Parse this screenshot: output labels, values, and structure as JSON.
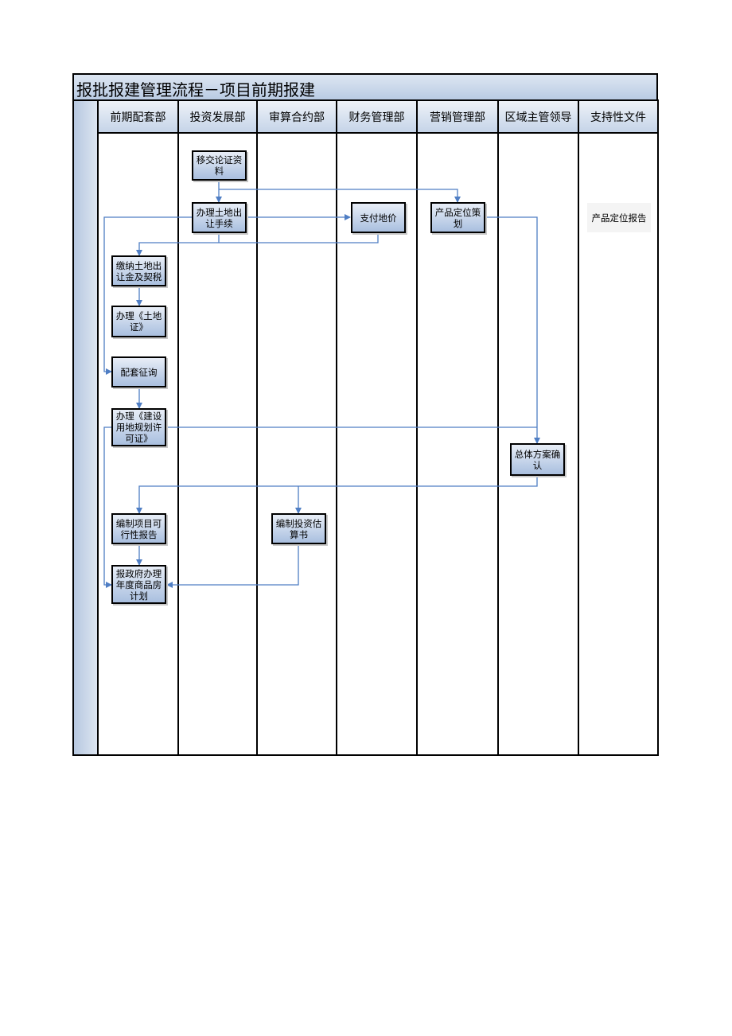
{
  "title": "报批报建管理流程－项目前期报建",
  "lanes": [
    {
      "label": "前期配套部"
    },
    {
      "label": "投资发展部"
    },
    {
      "label": "审算合约部"
    },
    {
      "label": "财务管理部"
    },
    {
      "label": "营销管理部"
    },
    {
      "label": "区域主管领导"
    },
    {
      "label": "支持性文件"
    }
  ],
  "nodes": {
    "transfer": "移交论证资料",
    "land_transfer": "办理土地出让手续",
    "pay_land": "支付地价",
    "positioning": "产品定位策划",
    "land_fee": "缴纳土地出让金及契税",
    "land_cert": "办理《土地证》",
    "consult": "配套征询",
    "planning_permit": "办理《建设用地规划许可证》",
    "overall_confirm": "总体方案确认",
    "feasibility": "编制项目可行性报告",
    "estimate": "编制投资估算书",
    "annual_plan": "报政府办理年度商品房计划"
  },
  "supporting_doc": "产品定位报告",
  "colors": {
    "line": "#4f7ec4",
    "node_top": "#e8eef7",
    "node_bottom": "#a9bfdf"
  }
}
